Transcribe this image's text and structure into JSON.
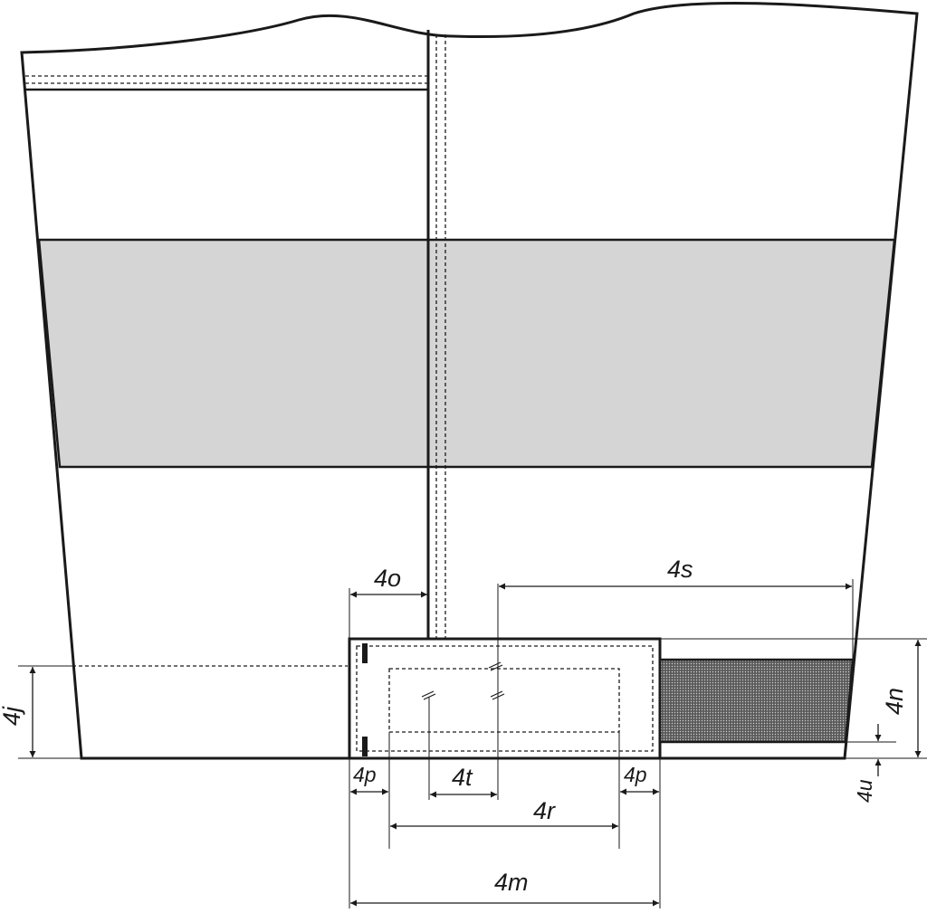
{
  "labels": {
    "o": "4o",
    "s": "4s",
    "j": "4j",
    "n": "4n",
    "p_left": "4p",
    "t": "4t",
    "p_right": "4p",
    "u": "4u",
    "r": "4r",
    "m": "4m"
  },
  "colors": {
    "line": "#1a1a1a",
    "band": "#d6d5d6",
    "mesh": "#3c3c3c",
    "background": "#ffffff"
  }
}
